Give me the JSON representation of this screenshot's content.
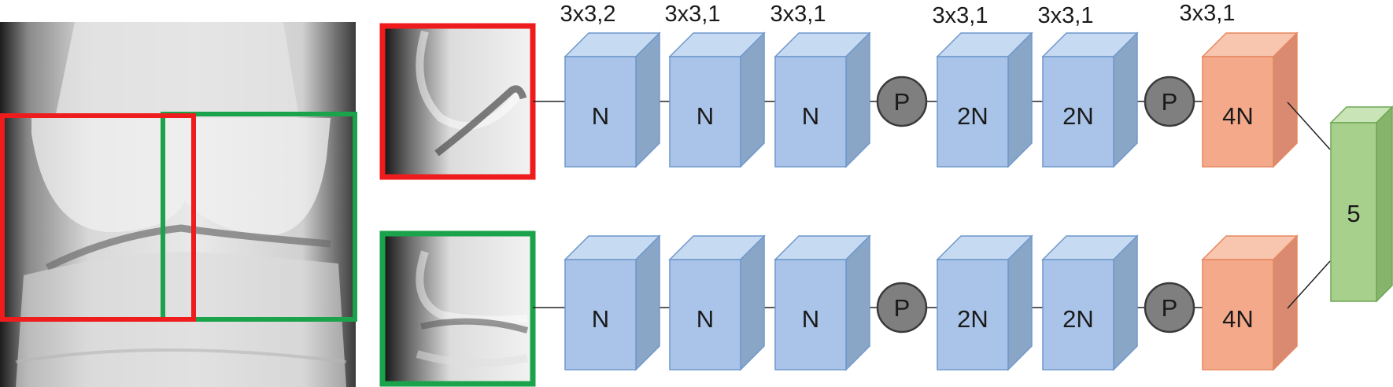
{
  "kernel_labels": [
    "3x3,2",
    "3x3,1",
    "3x3,1",
    "3x3,1",
    "3x3,1",
    "3x3,1"
  ],
  "branches": [
    {
      "crop_color": "#ee1c1c",
      "blocks": [
        "N",
        "N",
        "N",
        "P",
        "2N",
        "2N",
        "P",
        "4N"
      ]
    },
    {
      "crop_color": "#1aa34a",
      "blocks": [
        "N",
        "N",
        "N",
        "P",
        "2N",
        "2N",
        "P",
        "4N"
      ]
    }
  ],
  "output": {
    "label": "5"
  },
  "colors": {
    "conv_front": "#a9c4e8",
    "conv_top": "#c6daf1",
    "conv_side": "#8aa6c7",
    "conv_edge": "#6f97cc",
    "final_front": "#f4a98b",
    "final_top": "#f8c5ae",
    "final_side": "#d98a70",
    "final_edge": "#e5885f",
    "pool_fill": "#7f7f7f",
    "pool_edge": "#3a3a3a",
    "out_front": "#a8d08d",
    "out_top": "#c9e4b6",
    "out_side": "#86b46b",
    "out_edge": "#6fa655",
    "red_box": "#ee1c1c",
    "green_box": "#1aa34a"
  },
  "icons": [
    "knee-xray-image",
    "knee-xray-crop-left",
    "knee-xray-crop-right"
  ]
}
